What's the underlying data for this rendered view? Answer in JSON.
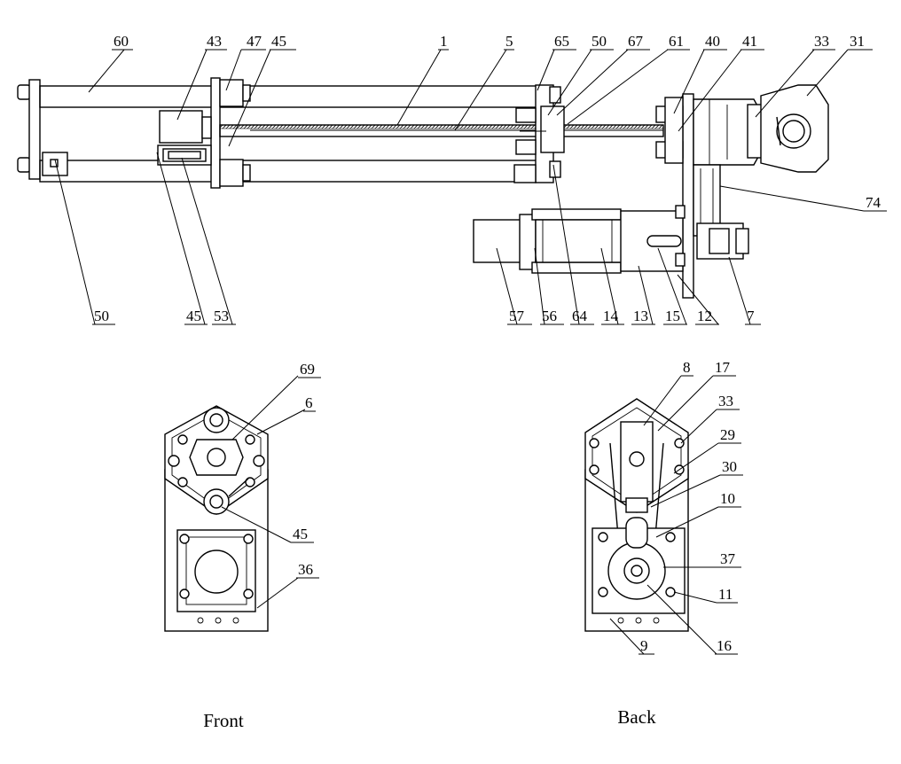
{
  "captions": {
    "front": "Front",
    "back": "Back"
  },
  "side_view_labels": [
    "60",
    "43",
    "47",
    "45",
    "1",
    "5",
    "65",
    "50",
    "67",
    "61",
    "40",
    "41",
    "33",
    "31",
    "74",
    "50",
    "45",
    "53",
    "57",
    "56",
    "64",
    "14",
    "13",
    "15",
    "12",
    "7"
  ],
  "front_view_labels": [
    "69",
    "6",
    "45",
    "36"
  ],
  "back_view_labels": [
    "8",
    "17",
    "33",
    "29",
    "30",
    "10",
    "37",
    "11",
    "9",
    "16"
  ]
}
